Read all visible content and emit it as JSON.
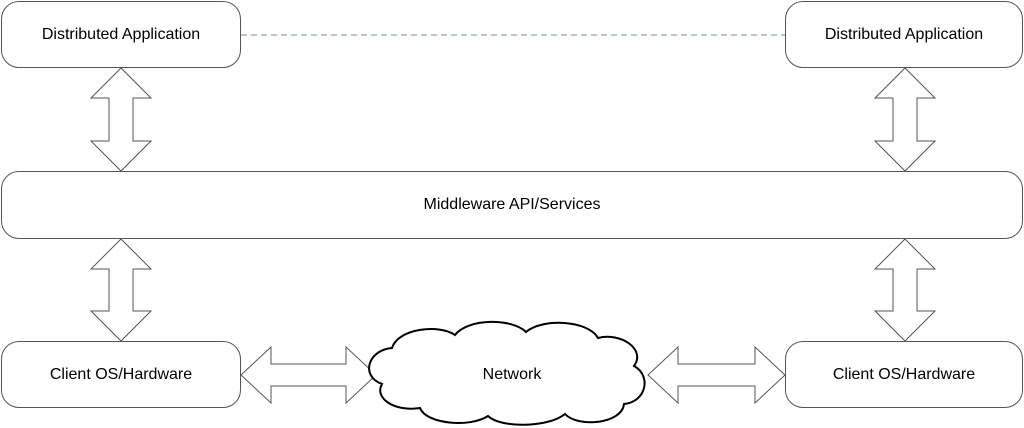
{
  "diagram": {
    "nodes": {
      "app_left": "Distributed Application",
      "app_right": "Distributed Application",
      "middleware": "Middleware API/Services",
      "os_left": "Client OS/Hardware",
      "os_right": "Client OS/Hardware",
      "network": "Network"
    },
    "colors": {
      "border": "#555555",
      "dashed_link": "#6a8fb4",
      "fill": "#ffffff"
    }
  }
}
